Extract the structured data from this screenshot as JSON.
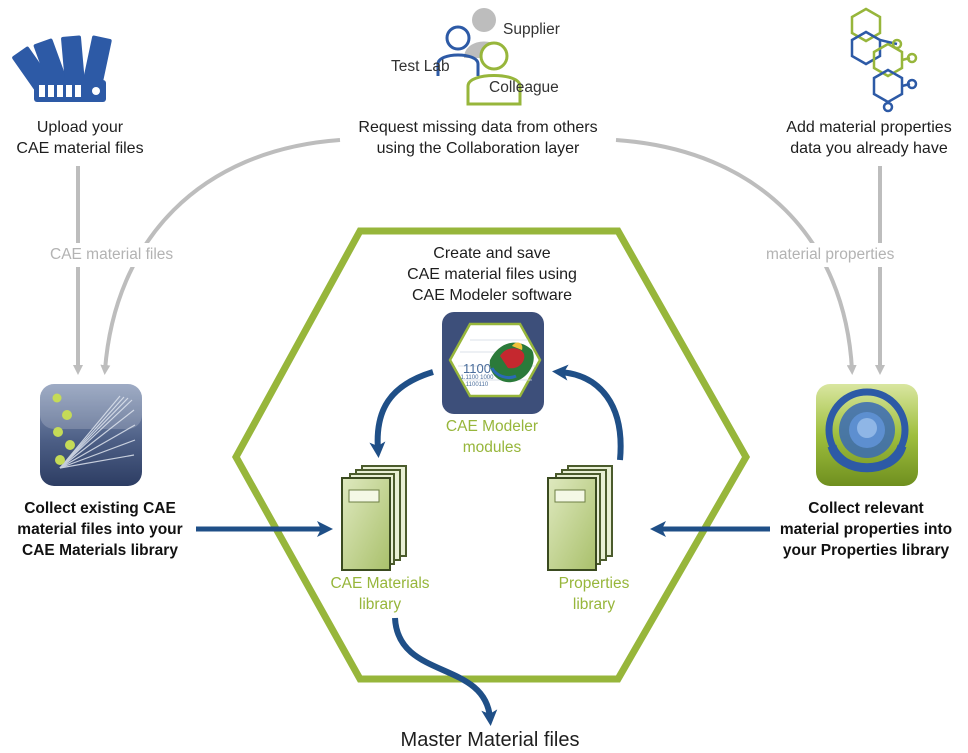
{
  "left_column": {
    "upload_label": [
      "Upload your",
      "CAE material files"
    ],
    "flow_tag": "CAE material files",
    "collect_label": [
      "Collect existing CAE",
      "material files into your",
      "CAE Materials library"
    ]
  },
  "center_top": {
    "people": {
      "supplier": "Supplier",
      "test_lab": "Test Lab",
      "colleague": "Colleague"
    },
    "request_label": [
      "Request missing data from others",
      "using the Collaboration layer"
    ]
  },
  "right_column": {
    "add_label": [
      "Add material properties",
      "data you already have"
    ],
    "flow_tag": "material properties",
    "collect_label": [
      "Collect relevant",
      "material properties into",
      "your Properties library"
    ]
  },
  "hexagon": {
    "create_label": [
      "Create and save",
      "CAE material files using",
      "CAE Modeler software"
    ],
    "modeler_label": [
      "CAE Modeler",
      "modules"
    ],
    "modeler_thumb_text": [
      "1100",
      "1.1100 1000",
      "1100110"
    ],
    "cae_library_label": [
      "CAE Materials",
      "library"
    ],
    "properties_library_label": [
      "Properties",
      "library"
    ]
  },
  "output": {
    "master_label": "Master Material files"
  },
  "colors": {
    "hexagon": "#97b63b",
    "arrow_blue": "#1f4f87",
    "arrow_grey": "#bdbdbd",
    "tag_grey": "#b3b3b3"
  }
}
